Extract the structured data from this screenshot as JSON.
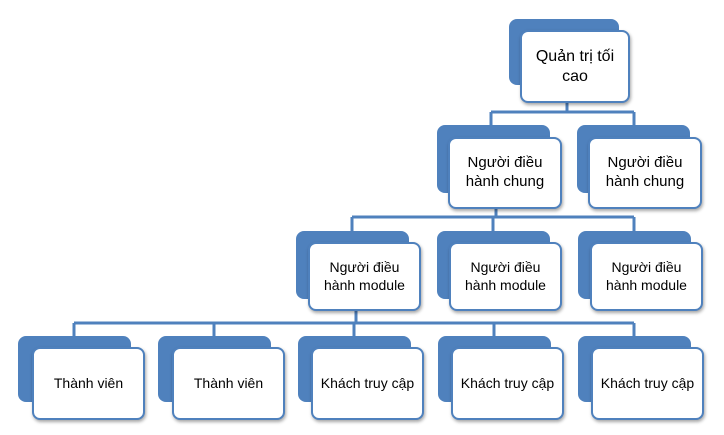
{
  "diagram": {
    "root": {
      "label": "Quản trị tối cao"
    },
    "level1": [
      {
        "label": "Người điều hành chung"
      },
      {
        "label": "Người điều hành chung"
      }
    ],
    "level2": [
      {
        "label": "Người điều hành module"
      },
      {
        "label": "Người điều hành module"
      },
      {
        "label": "Người điều hành module"
      }
    ],
    "level3": [
      {
        "label": "Thành viên"
      },
      {
        "label": "Thành viên"
      },
      {
        "label": "Khách truy cập"
      },
      {
        "label": "Khách truy cập"
      },
      {
        "label": "Khách truy cập"
      }
    ],
    "colors": {
      "accent": "#4f81bd",
      "box_fill": "#ffffff",
      "text": "#000000"
    }
  }
}
